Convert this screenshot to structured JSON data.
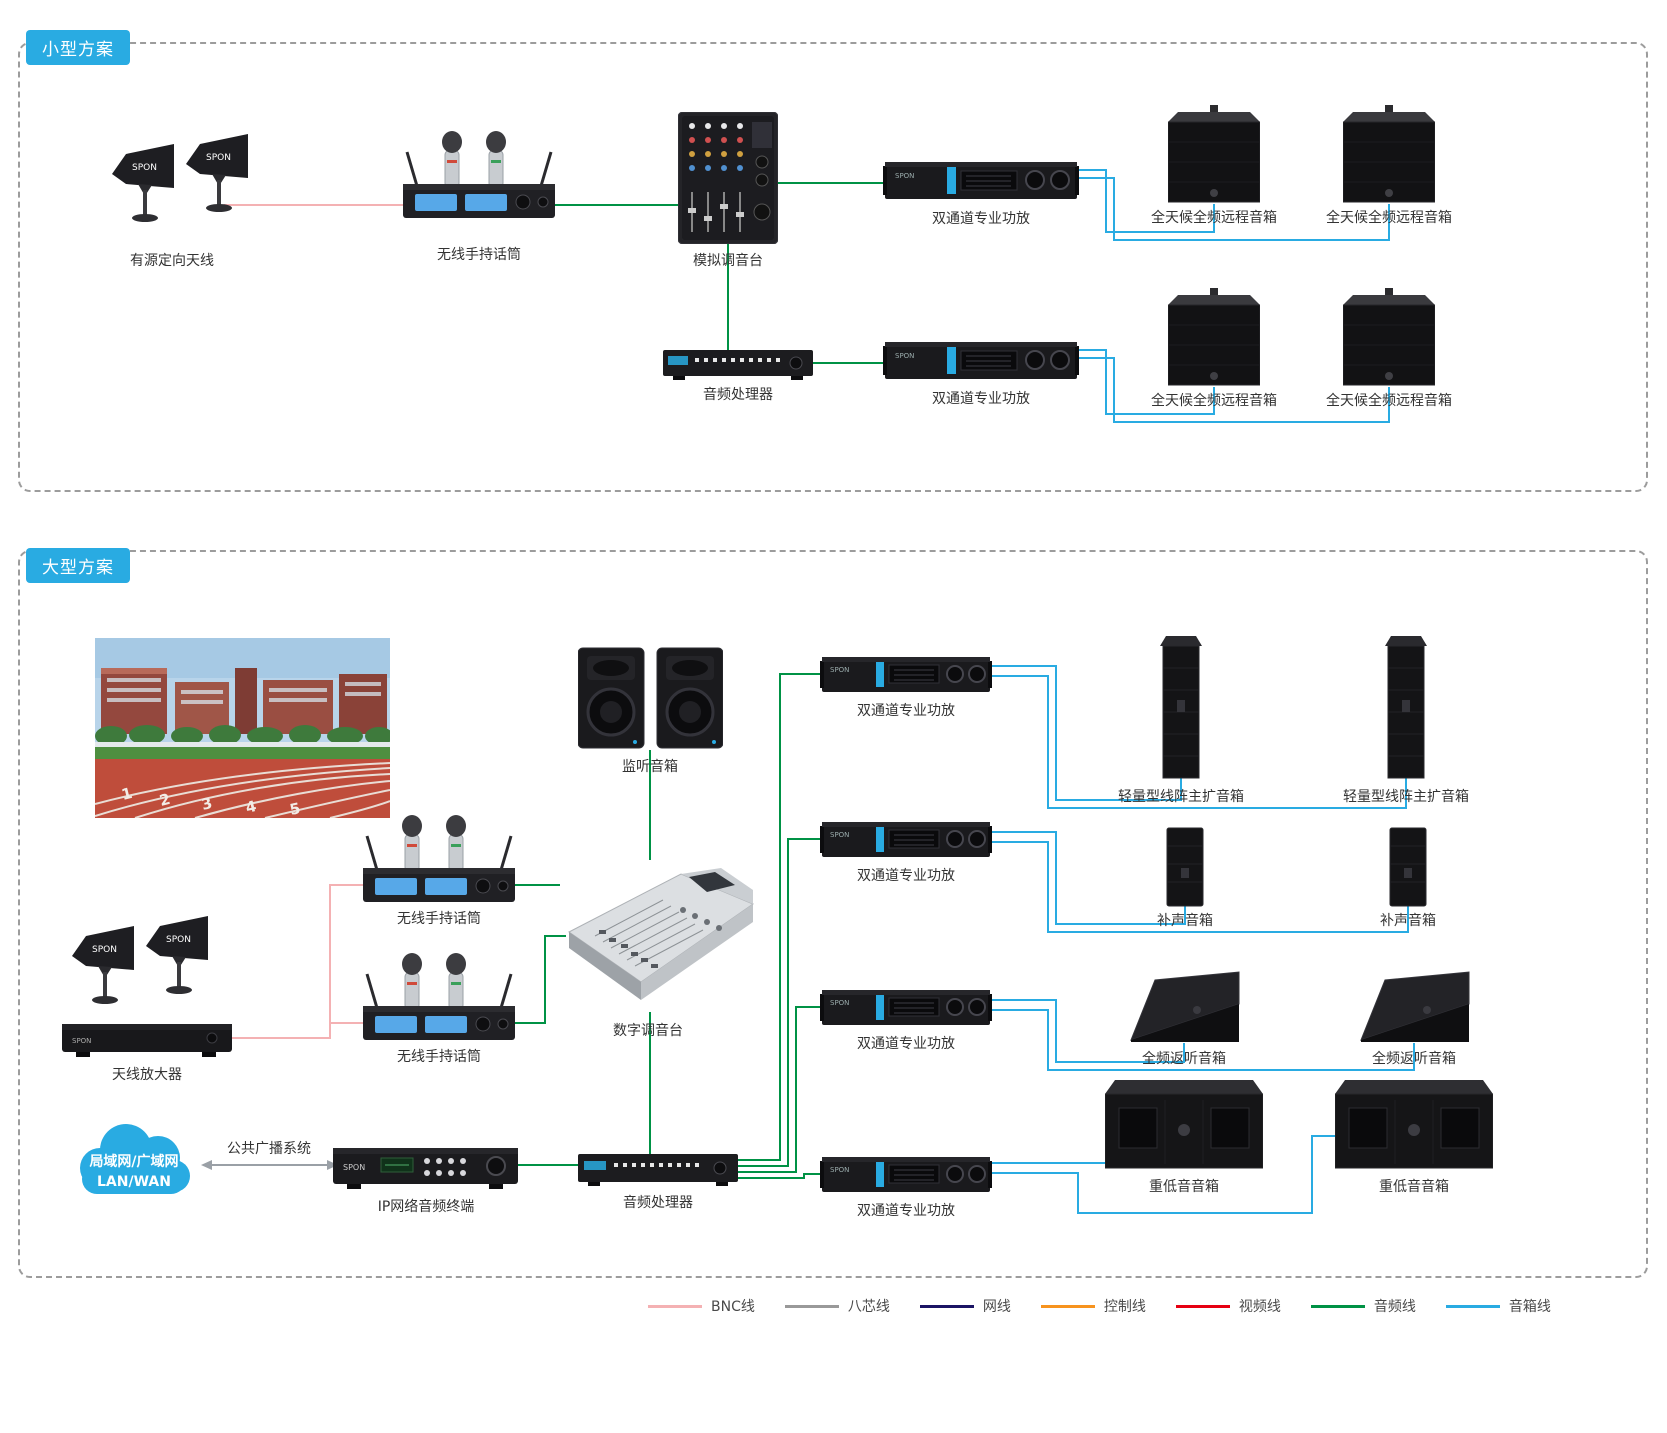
{
  "brand": "SPON",
  "small_section": {
    "badge": "小型方案",
    "antenna_label": "有源定向天线",
    "mic_label": "无线手持话筒",
    "mixer_label": "模拟调音台",
    "amp1_label": "双通道专业功放",
    "amp2_label": "双通道专业功放",
    "processor_label": "音频处理器",
    "speaker_labels": [
      "全天候全频远程音箱",
      "全天候全频远程音箱",
      "全天候全频远程音箱",
      "全天候全频远程音箱"
    ]
  },
  "large_section": {
    "badge": "大型方案",
    "monitor_speaker_label": "监听音箱",
    "digital_mixer_label": "数字调音台",
    "mic1_label": "无线手持话筒",
    "mic2_label": "无线手持话筒",
    "antenna_amp_label": "天线放大器",
    "cloud_line1": "局域网/广域网",
    "cloud_line2": "LAN/WAN",
    "broadcast_label": "公共广播系统",
    "ip_terminal_label": "IP网络音频终端",
    "processor_label": "音频处理器",
    "amp_labels": [
      "双通道专业功放",
      "双通道专业功放",
      "双通道专业功放",
      "双通道专业功放"
    ],
    "line_array_labels": [
      "轻量型线阵主扩音箱",
      "轻量型线阵主扩音箱"
    ],
    "fill_speaker_labels": [
      "补声音箱",
      "补声音箱"
    ],
    "stage_monitor_labels": [
      "全频返听音箱",
      "全频返听音箱"
    ],
    "subwoofer_labels": [
      "重低音音箱",
      "重低音音箱"
    ]
  },
  "photo": {
    "lane_numbers": [
      "1",
      "2",
      "3",
      "4",
      "5"
    ]
  },
  "legend": {
    "items": [
      {
        "label": "BNC线",
        "color": "#f4b1b3"
      },
      {
        "label": "八芯线",
        "color": "#999999"
      },
      {
        "label": "网线",
        "color": "#1b1464"
      },
      {
        "label": "控制线",
        "color": "#f7931e"
      },
      {
        "label": "视频线",
        "color": "#e60012"
      },
      {
        "label": "音频线",
        "color": "#009245"
      },
      {
        "label": "音箱线",
        "color": "#29abe2"
      }
    ]
  },
  "colors": {
    "badge_bg": "#29abe2",
    "bnc_line": "#f4b1b3",
    "audio_line": "#009245",
    "speaker_line": "#29abe2",
    "link_line": "#9aa0a6",
    "section_border": "#9c9c9c"
  }
}
